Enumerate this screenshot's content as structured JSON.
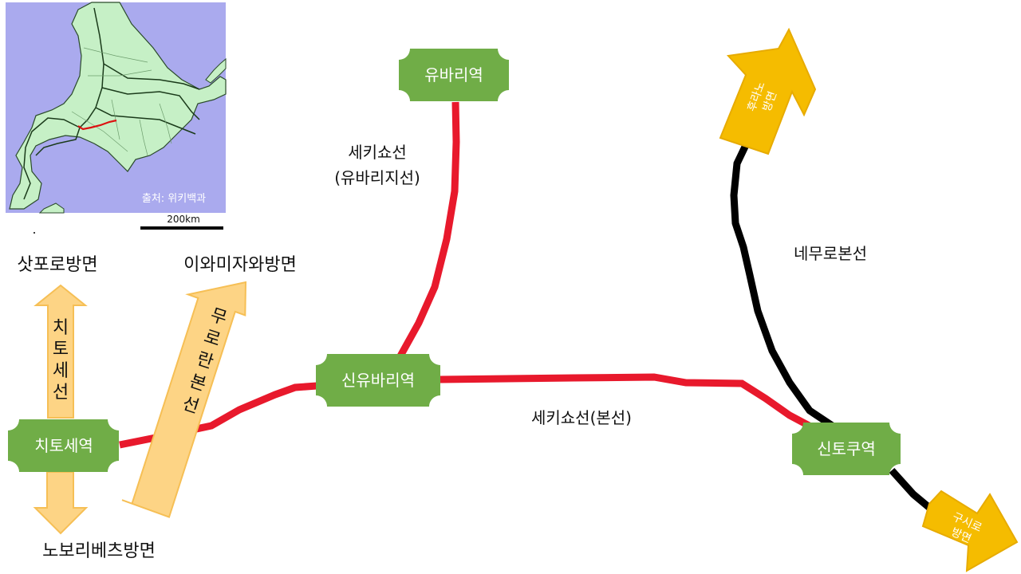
{
  "inset_map": {
    "credit": "출처: 위키백과",
    "scale_label": "200km"
  },
  "stations": {
    "yubari": "유바리역",
    "shin_yubari": "신유바리역",
    "chitose": "치토세역",
    "shintoku": "신토쿠역"
  },
  "directions": {
    "sapporo": "삿포로방면",
    "iwamizawa": "이와미자와방면",
    "noboribetsu": "노보리베츠방면"
  },
  "arrow_labels": {
    "chitose_line": [
      "치",
      "토",
      "세",
      "선"
    ],
    "muroran_line": [
      "무",
      "로",
      "란",
      "본",
      "선"
    ],
    "furano": [
      "후라노",
      "방면"
    ],
    "kushiro": [
      "구시로",
      "방면"
    ]
  },
  "lines": {
    "sekisho_branch": [
      "세키쇼선",
      "(유바리지선)"
    ],
    "sekisho_main": "세키쇼선(본선)",
    "nemuro_main": "네무로본선"
  },
  "colors": {
    "station_fill": "#70ad47",
    "sekisho_line": "#e8192c",
    "nemuro_line": "#000000",
    "arrow_light": "#fdd485",
    "arrow_gold": "#f5bc00",
    "map_sea": "#aaaaee",
    "map_land": "#c6f0c6"
  }
}
